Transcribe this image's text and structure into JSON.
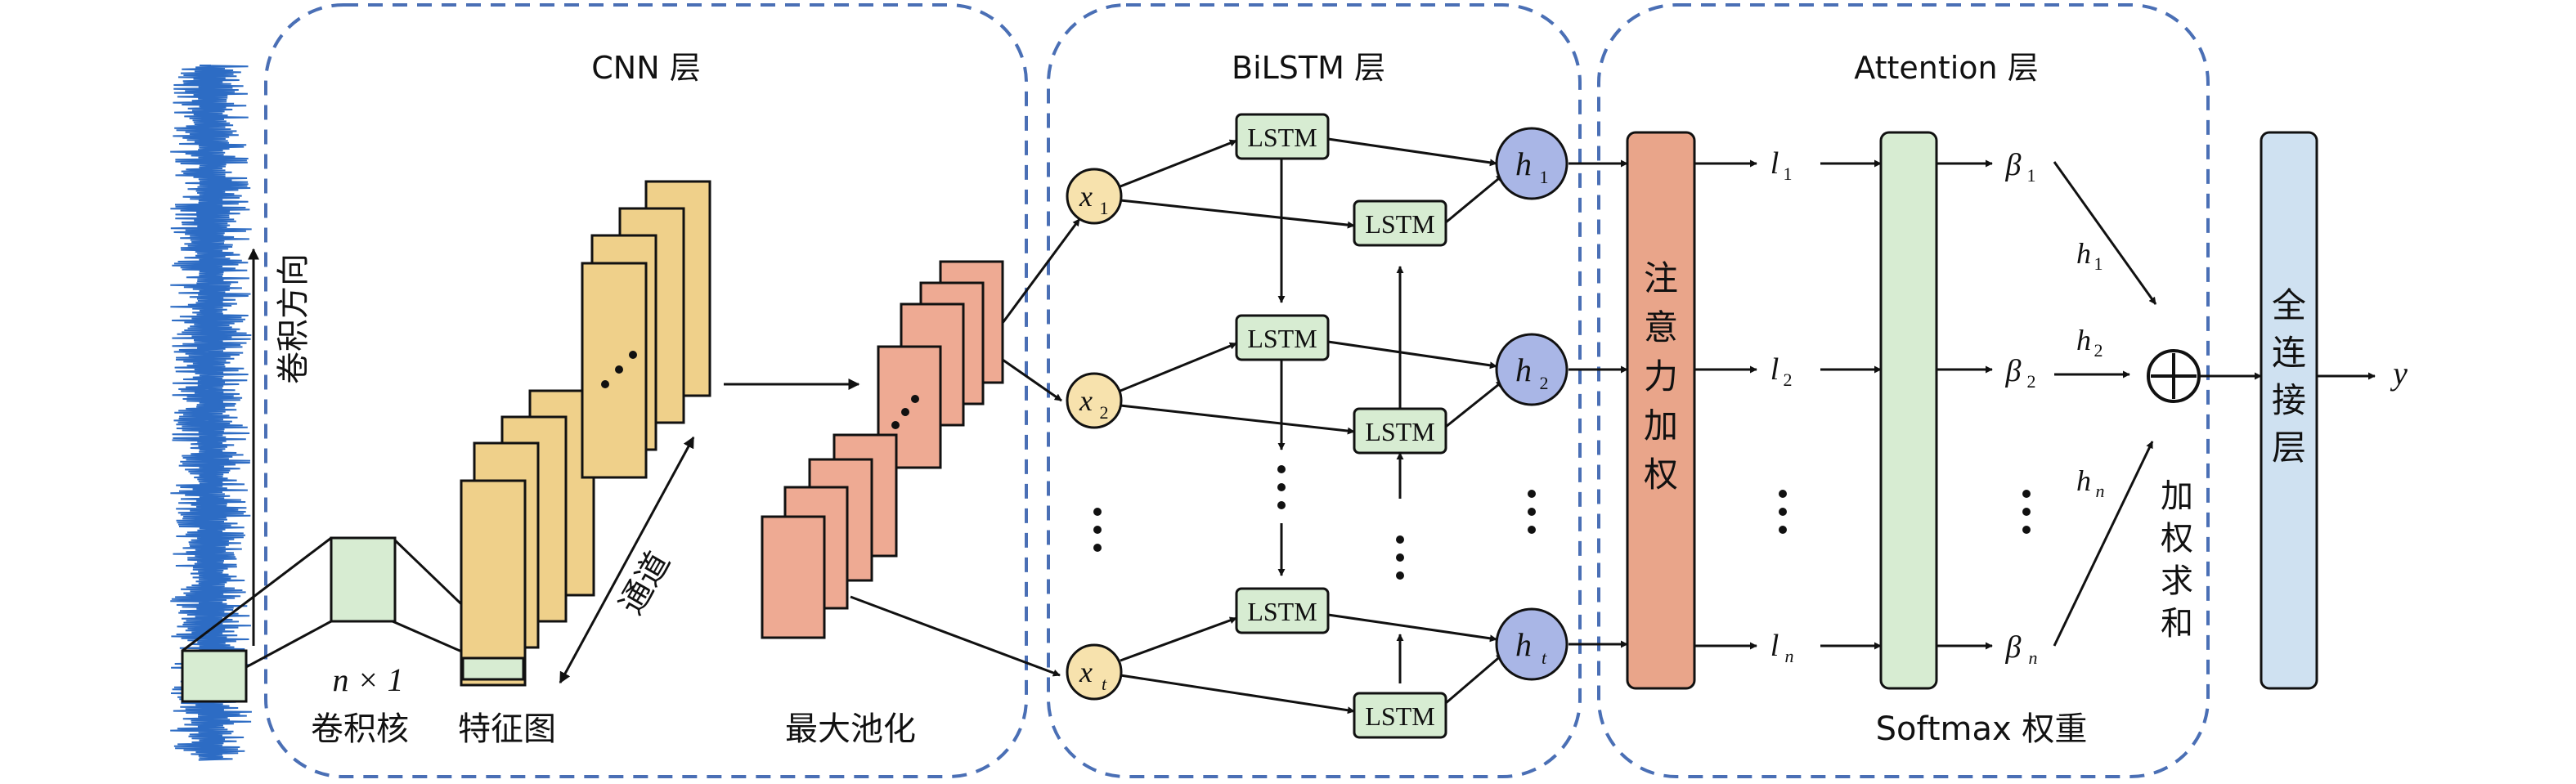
{
  "colors": {
    "panel_border": "#4a6fb5",
    "lstm_fill": "#d7ecd2",
    "x_fill": "#f7e2ad",
    "h_fill": "#a9b6e6",
    "feature_fill": "#efd08a",
    "pool_fill": "#eeaa93",
    "attention_fill": "#e9a58a",
    "softmax_fill": "#d7ecd2",
    "fc_fill": "#cfe1f1",
    "signal": "#2d6cc4",
    "kernel_fill": "#d7ecd2"
  },
  "panels": {
    "cnn": "CNN 层",
    "bilstm": "BiLSTM 层",
    "attention": "Attention 层"
  },
  "cnn": {
    "direction": "卷积方向",
    "kernel_size": "n × 1",
    "kernel_label": "卷积核",
    "feature_label": "特征图",
    "channel": "通道",
    "pool_label": "最大池化"
  },
  "bilstm": {
    "lstm": "LSTM",
    "inputs": [
      {
        "sym": "x",
        "sub": "1"
      },
      {
        "sym": "x",
        "sub": "2"
      },
      {
        "sym": "x",
        "sub": "t"
      }
    ],
    "hidden": [
      {
        "sym": "h",
        "sub": "1"
      },
      {
        "sym": "h",
        "sub": "2"
      },
      {
        "sym": "h",
        "sub": "t"
      }
    ]
  },
  "attention": {
    "attn_block": [
      "注",
      "意",
      "力",
      "加",
      "权"
    ],
    "l_values": [
      {
        "sym": "l",
        "sub": "1"
      },
      {
        "sym": "l",
        "sub": "2"
      },
      {
        "sym": "l",
        "sub": "n"
      }
    ],
    "beta_values": [
      {
        "sym": "β",
        "sub": "1"
      },
      {
        "sym": "β",
        "sub": "2"
      },
      {
        "sym": "β",
        "sub": "n"
      }
    ],
    "h_inputs": [
      {
        "sym": "h",
        "sub": "1"
      },
      {
        "sym": "h",
        "sub": "2"
      },
      {
        "sym": "h",
        "sub": "n"
      }
    ],
    "softmax_label": "Softmax 权重",
    "weighted_sum": [
      "加",
      "权",
      "求",
      "和"
    ]
  },
  "output": {
    "fc_block": [
      "全",
      "连",
      "接",
      "层"
    ],
    "y": "y"
  }
}
